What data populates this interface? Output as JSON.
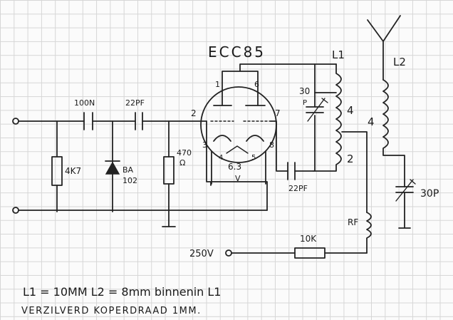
{
  "tube": {
    "name": "ECC85",
    "pins": {
      "p1": "1",
      "p6": "6",
      "p2": "2",
      "p7": "7",
      "p3": "3",
      "p8": "8",
      "p4": "4",
      "p5": "5"
    },
    "heater": "6.3",
    "heater_unit": "V"
  },
  "components": {
    "c_in": "100N",
    "c_grid": "22PF",
    "c_fb": "22PF",
    "r_in": "4K7",
    "diode": "BA",
    "diode_num": "102",
    "r_grid": "470",
    "r_grid_unit": "Ω",
    "vc_l1": "30",
    "vc_l1_unit": "P",
    "l1": "L1",
    "l1_upper_turns": "4",
    "l1_lower_turns": "2",
    "l2": "L2",
    "l2_turns": "4",
    "vc_ant": "30P",
    "rfc": "RF",
    "r_supply": "10K",
    "supply": "250V"
  },
  "notes": {
    "line1": "L1 = 10MM   L2 = 8mm binnenin L1",
    "line2": "VERZILVERD  KOPERDRAAD  1MM."
  }
}
